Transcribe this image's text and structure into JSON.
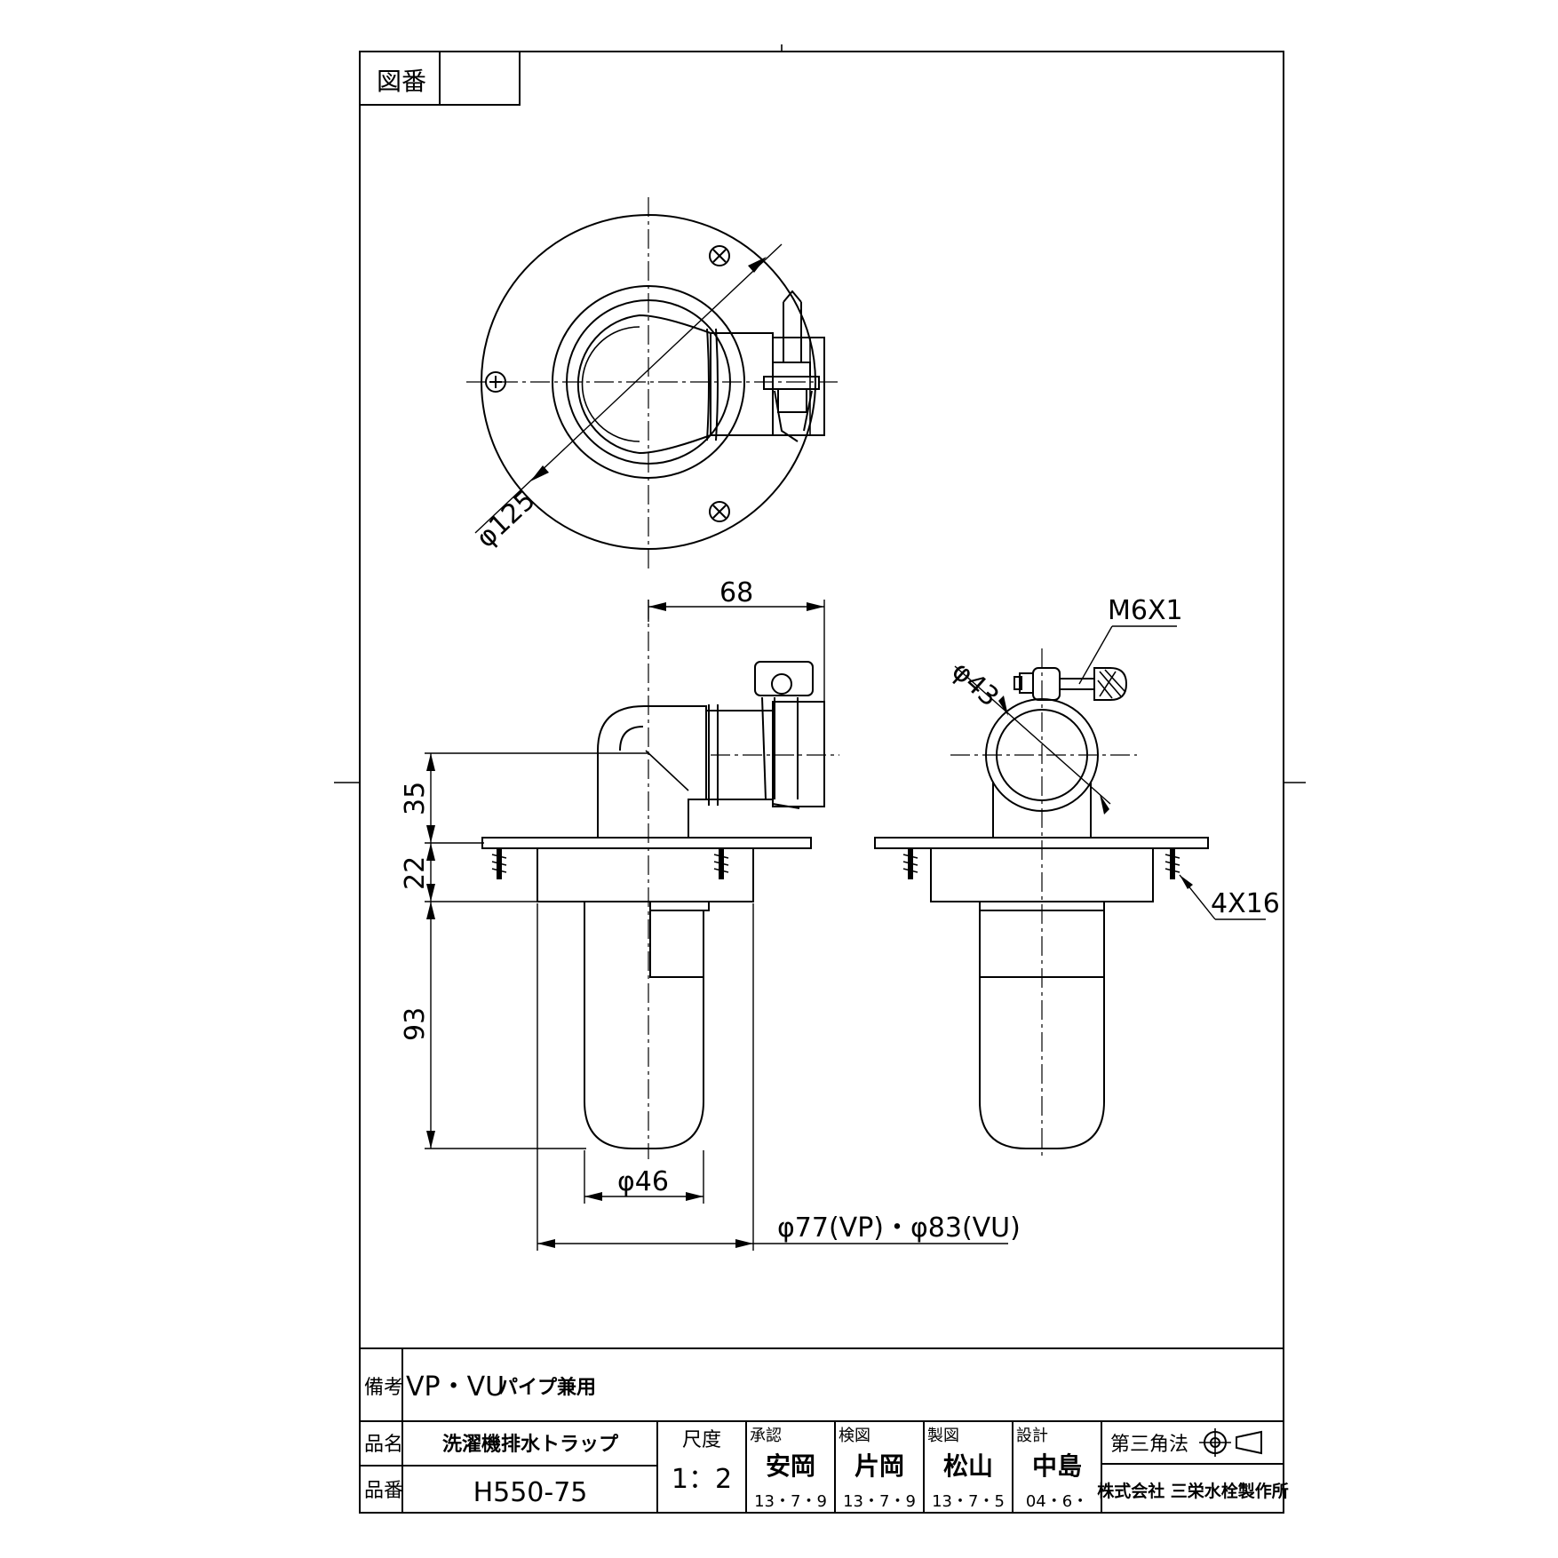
{
  "drawing_number_label": "図番",
  "drawing_number": "",
  "dimensions": {
    "flange_diameter": "φ125",
    "outlet_offset": "68",
    "hose_diameter": "φ43",
    "bolt": "M6X1",
    "screw": "4X16",
    "height_upper": "35",
    "height_flange": "22",
    "height_trap": "93",
    "trap_diameter": "φ46",
    "pipe_diameter": "φ77(VP)・φ83(VU)"
  },
  "title_block": {
    "remarks_label": "備考",
    "remarks_prefix": "VP・VU",
    "remarks_suffix": "パイプ兼用",
    "name_label": "品名",
    "name": "洗濯機排水トラップ",
    "part_label": "品番",
    "part_no": "H550-75",
    "scale_label": "尺度",
    "scale": "1：2",
    "approval": {
      "label": "承認",
      "name": "安岡",
      "date": "13・7・9"
    },
    "check": {
      "label": "検図",
      "name": "片岡",
      "date": "13・7・9"
    },
    "drafter": {
      "label": "製図",
      "name": "松山",
      "date": "13・7・5"
    },
    "designer": {
      "label": "設計",
      "name": "中島",
      "date": "04・6・"
    },
    "projection": "第三角法",
    "company": "株式会社 三栄水栓製作所"
  }
}
